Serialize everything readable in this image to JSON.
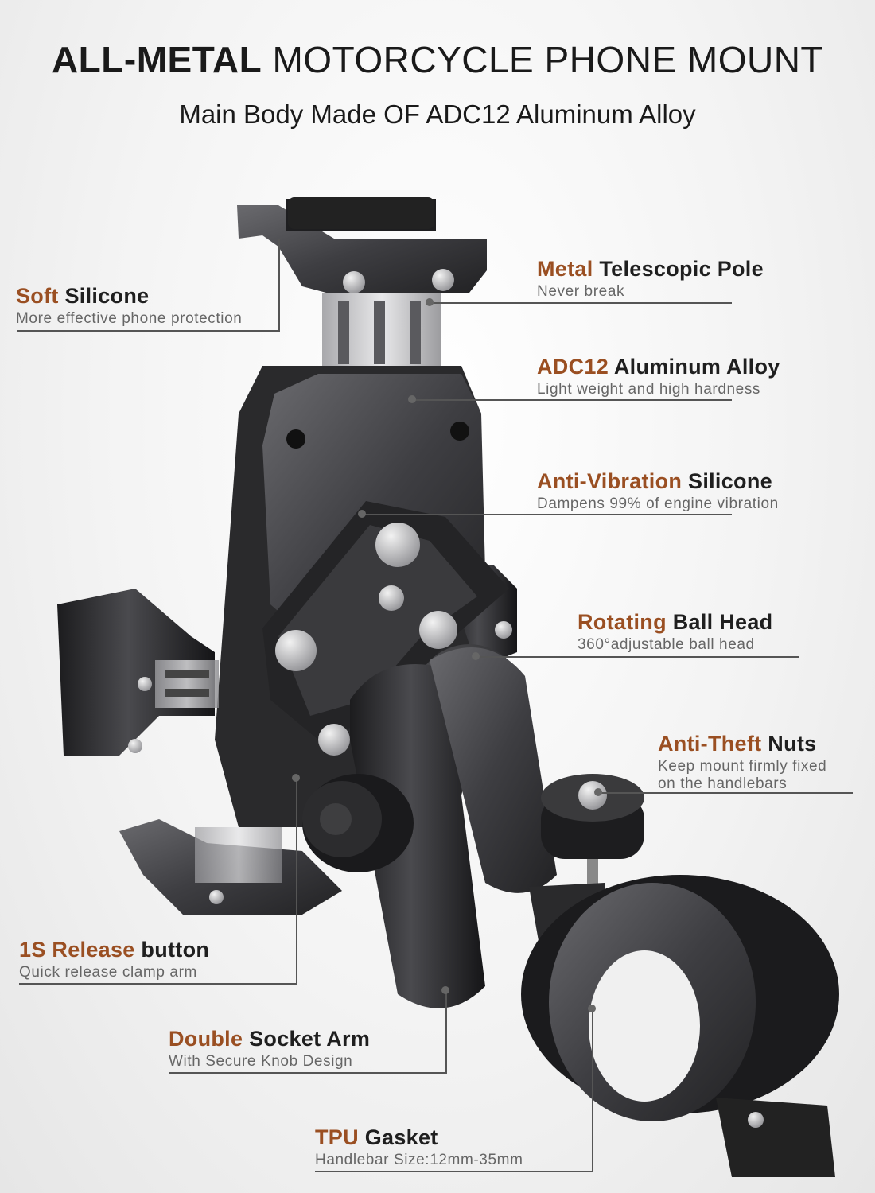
{
  "title": {
    "bold": "ALL-METAL",
    "rest": "MOTORCYCLE PHONE MOUNT"
  },
  "subtitle": "Main Body Made OF ADC12 Aluminum Alloy",
  "callouts": {
    "soft_silicone": {
      "accent": "Soft",
      "dark": "Silicone",
      "desc": "More effective phone protection"
    },
    "telescopic_pole": {
      "accent": "Metal",
      "dark": "Telescopic Pole",
      "desc": "Never break"
    },
    "aluminum_alloy": {
      "accent": "ADC12",
      "dark": "Aluminum Alloy",
      "desc": "Light weight and high hardness"
    },
    "anti_vibration": {
      "accent": "Anti-Vibration",
      "dark": "Silicone",
      "desc": "Dampens 99% of engine vibration"
    },
    "ball_head": {
      "accent": "Rotating",
      "dark": "Ball Head",
      "desc": "360°adjustable ball head"
    },
    "anti_theft": {
      "accent": "Anti-Theft",
      "dark": "Nuts",
      "desc1": "Keep mount firmly fixed",
      "desc2": "on the handlebars"
    },
    "release_button": {
      "accent": "1S Release",
      "dark": "button",
      "desc": "Quick release clamp arm"
    },
    "socket_arm": {
      "accent": "Double",
      "dark": "Socket Arm",
      "desc": "With Secure Knob Design"
    },
    "tpu_gasket": {
      "accent": "TPU",
      "dark": "Gasket",
      "desc": "Handlebar Size:12mm-35mm"
    }
  },
  "colors": {
    "accent": "#9a4f22",
    "text": "#1a1a1a",
    "desc": "#666666",
    "metal": "#3a3a3c"
  }
}
